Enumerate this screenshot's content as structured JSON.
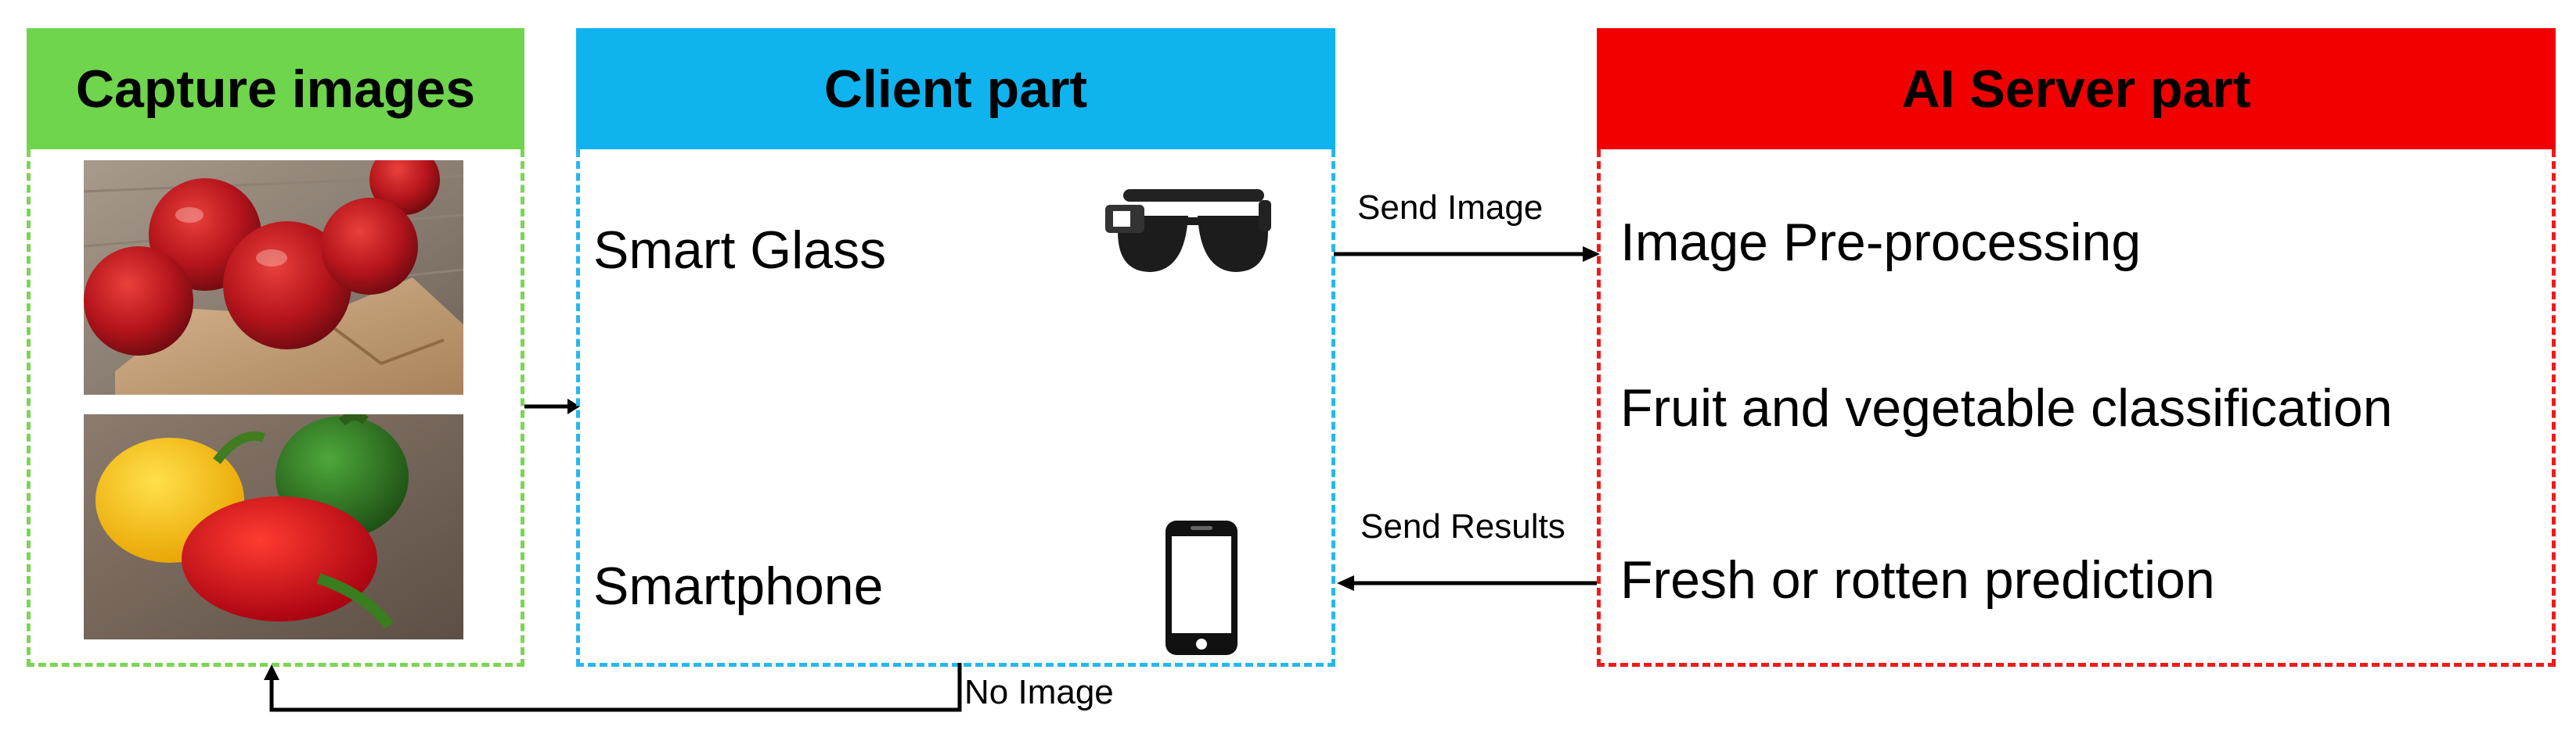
{
  "panels": {
    "capture": {
      "title": "Capture images",
      "color": "#6fd54c"
    },
    "client": {
      "title": "Client part",
      "color": "#0fb4ef",
      "devices": [
        {
          "label": "Smart Glass",
          "icon": "smart-glasses-icon"
        },
        {
          "label": "Smartphone",
          "icon": "smartphone-icon"
        }
      ]
    },
    "server": {
      "title": "AI Server part",
      "color": "#f20000",
      "steps": [
        "Image Pre-processing",
        "Fruit and vegetable classification",
        "Fresh or rotten prediction"
      ]
    }
  },
  "arrows": {
    "send_image": "Send Image",
    "send_results": "Send Results",
    "no_image": "No Image"
  }
}
